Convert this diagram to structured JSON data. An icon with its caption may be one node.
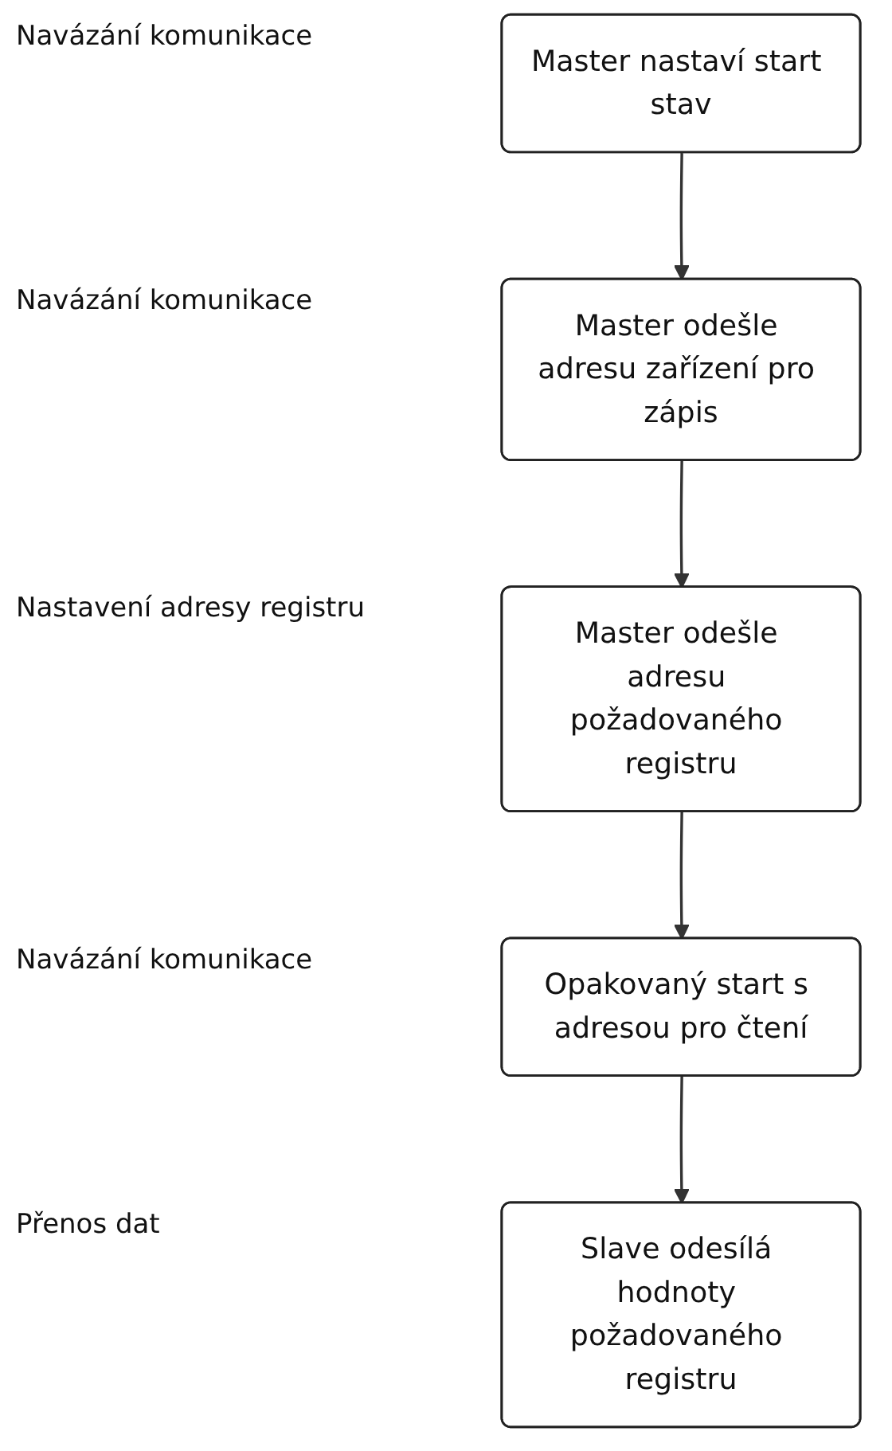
{
  "diagram": {
    "nodes": [
      {
        "text": [
          "Master nastaví start stav"
        ]
      },
      {
        "text": [
          "Master odešle adresu zařízení pro zápis"
        ]
      },
      {
        "text": [
          "Master odešle adresu požadovaného registru"
        ]
      },
      {
        "text": [
          "Opakovaný start s adresou pro čtení"
        ]
      },
      {
        "text": [
          "Slave odesílá hodnoty požadovaného registru"
        ]
      }
    ],
    "edges": [
      {
        "from": 0,
        "to": 1,
        "arrow": "to"
      },
      {
        "from": 1,
        "to": 2,
        "arrow": "to"
      },
      {
        "from": 2,
        "to": 3,
        "arrow": "to"
      },
      {
        "from": 3,
        "to": 4,
        "arrow": "to"
      }
    ],
    "labels": [
      "Navázání komunikace",
      "Navázání komunikace",
      "Nastavení adresy registru",
      "Navázání komunikace",
      "Přenos dat"
    ]
  }
}
